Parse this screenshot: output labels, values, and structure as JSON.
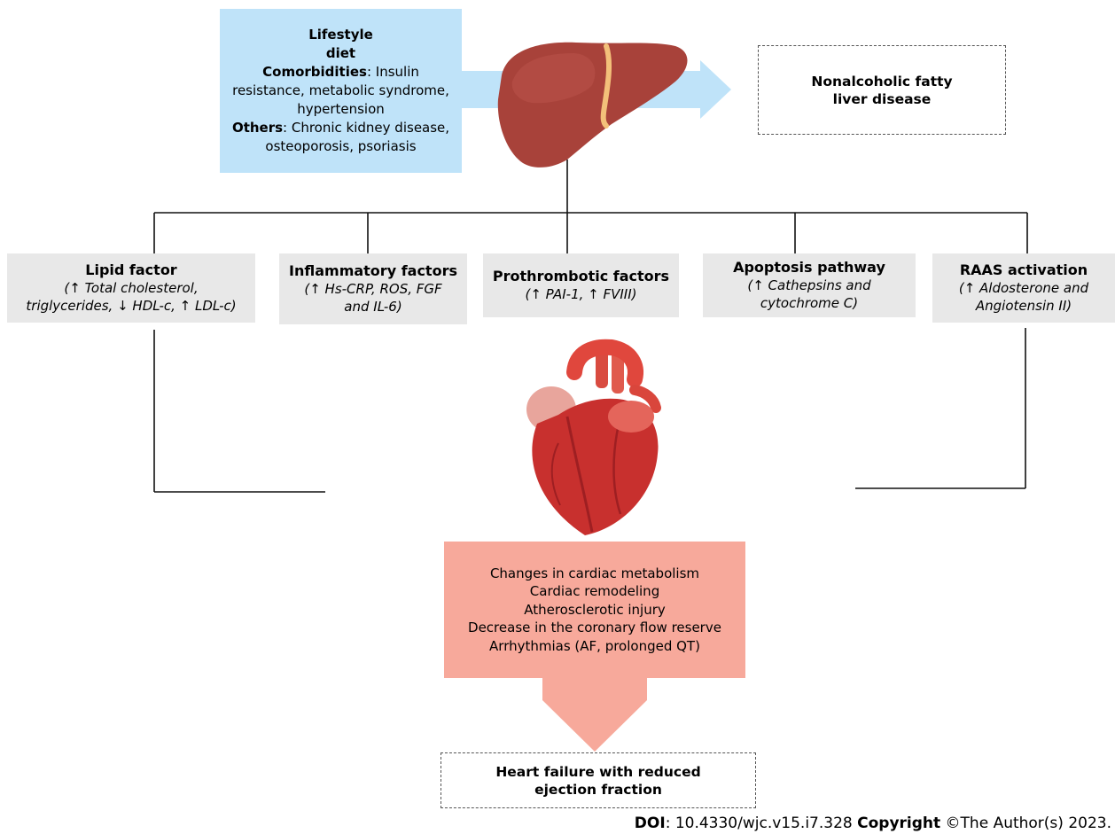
{
  "risk_box": {
    "lifestyle": "Lifestyle",
    "diet": "diet",
    "comorbidities_label": "Comorbidities",
    "comorbidities_text": ": Insulin resistance, metabolic syndrome, hypertension",
    "others_label": "Others",
    "others_text": ": Chronic kidney disease, osteoporosis, psoriasis"
  },
  "nafld_box": {
    "line1": "Nonalcoholic fatty",
    "line2": "liver disease"
  },
  "factors": [
    {
      "title": "Lipid factor",
      "desc1": "(↑ Total cholesterol,",
      "desc2": "triglycerides, ↓ HDL-c, ↑ LDL-c)"
    },
    {
      "title": "Inflammatory factors",
      "desc1": "(↑ Hs-CRP, ROS, FGF",
      "desc2": "and IL-6)"
    },
    {
      "title": "Prothrombotic factors",
      "desc1": "(↑ PAI-1, ↑ FVIII)",
      "desc2": ""
    },
    {
      "title": "Apoptosis pathway",
      "desc1": "(↑ Cathepsins and",
      "desc2": "cytochrome C)"
    },
    {
      "title": "RAAS activation",
      "desc1": "(↑ Aldosterone and",
      "desc2": "Angiotensin II)"
    }
  ],
  "cardiac_changes": [
    "Changes in cardiac metabolism",
    "Cardiac remodeling",
    "Atherosclerotic injury",
    "Decrease in the coronary flow reserve",
    "Arrhythmias (AF, prolonged QT)"
  ],
  "outcome_box": {
    "line1": "Heart failure with reduced",
    "line2": "ejection fraction"
  },
  "footer": {
    "doi_label": "DOI",
    "doi_text": ": 10.4330/wjc.v15.i7.328 ",
    "copyright_label": "Copyright",
    "copyright_text": " ©The Author(s) 2023."
  },
  "colors": {
    "risk_box": "#bfe3f9",
    "arrow_blue": "#bfe3f9",
    "factor_box": "#e8e8e8",
    "cardiac_box": "#f7a99b",
    "liver": "#a8423a",
    "gallbladder": "#f3c07a",
    "heart": "#c8302e"
  }
}
